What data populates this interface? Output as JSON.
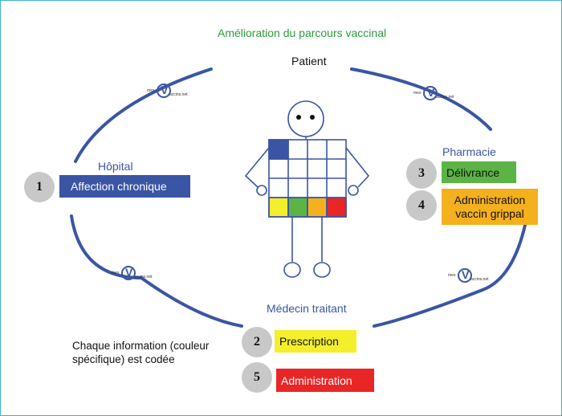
{
  "title": "Amélioration du parcours vaccinal",
  "patient_label": "Patient",
  "sections": {
    "hopital": "Hôpital",
    "pharmacie": "Pharmacie",
    "medecin": "Médecin traitant"
  },
  "steps": [
    {
      "number": "1",
      "label": "Affection chronique",
      "color": "#3a55a3"
    },
    {
      "number": "2",
      "label": "Prescription",
      "color": "#f4ef2a"
    },
    {
      "number": "3",
      "label": "Délivrance",
      "color": "#5cb446"
    },
    {
      "number": "4",
      "label_line1": "Administration",
      "label_line2": "vaccin grippal",
      "color": "#f5b01e"
    },
    {
      "number": "5",
      "label": "Administration",
      "color": "#e82626"
    }
  ],
  "note": "Chaque information (couleur spécifique) est codée",
  "logos": [
    {
      "prefix": "mes",
      "suffix": "accins.net",
      "icon": "mesvaccins-logo-icon"
    },
    {
      "prefix": "mes",
      "suffix": "accins.net",
      "icon": "mesvaccins-logo-icon"
    },
    {
      "prefix": "mes",
      "suffix": "accins.net",
      "icon": "mesvaccins-logo-icon"
    },
    {
      "prefix": "mes",
      "suffix": "accins.net",
      "icon": "mesvaccins-logo-icon"
    }
  ],
  "colors": {
    "arc": "#3a55a3",
    "title": "#2e9b3a",
    "card_blue": "#3a55a3",
    "card_green": "#5cb446",
    "card_yellow": "#f4ef2a",
    "card_orange": "#f5b01e",
    "card_red": "#e82626"
  }
}
